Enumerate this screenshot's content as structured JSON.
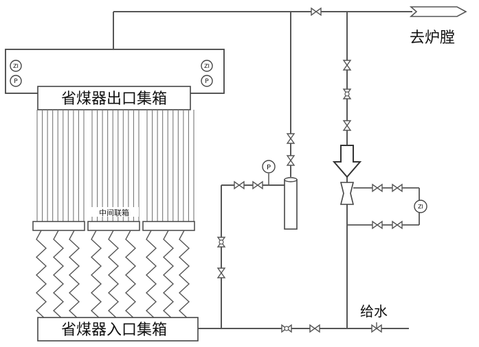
{
  "labels": {
    "outlet_header": "省煤器出口集箱",
    "inlet_header": "省煤器入口集箱",
    "middle_header": "中间联箱",
    "to_furnace": "去炉膛",
    "feedwater": "给水"
  },
  "instruments": {
    "zi": "ZI",
    "p": "P"
  },
  "colors": {
    "line": "#555555",
    "box_stroke": "#444444",
    "box_fill": "#ffffff",
    "text": "#111111"
  }
}
